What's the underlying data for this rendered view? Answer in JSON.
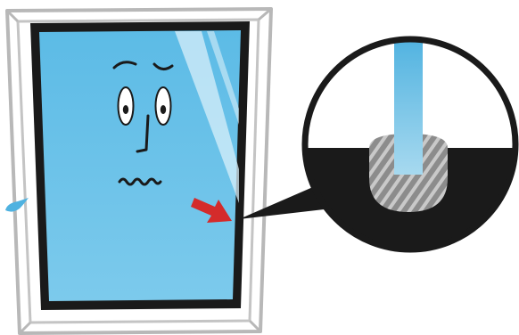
{
  "illustration": {
    "subject": "window-with-worried-face",
    "glass_mood": "worried",
    "callout": "magnified-glass-edge-in-frame-seal"
  },
  "colors": {
    "glass": "#5fbde6",
    "glass_light": "#9ad6f2",
    "glare": "#d8eff9",
    "frame_dark": "#1a1a1a",
    "frame_outer": "#b8b8b8",
    "frame_inner": "#ffffff",
    "arrow": "#d42b2b",
    "drop": "#4fb2e0",
    "seal_gray": "#8c8c8c",
    "seal_stripe": "#c9c9c9",
    "magnifier_bg": "#ffffff",
    "magnifier_ring": "#1a1a1a"
  },
  "icons": {
    "arrow": "red-arrow-icon",
    "drop": "water-drop-icon",
    "magnifier": "magnifier-callout-icon"
  }
}
